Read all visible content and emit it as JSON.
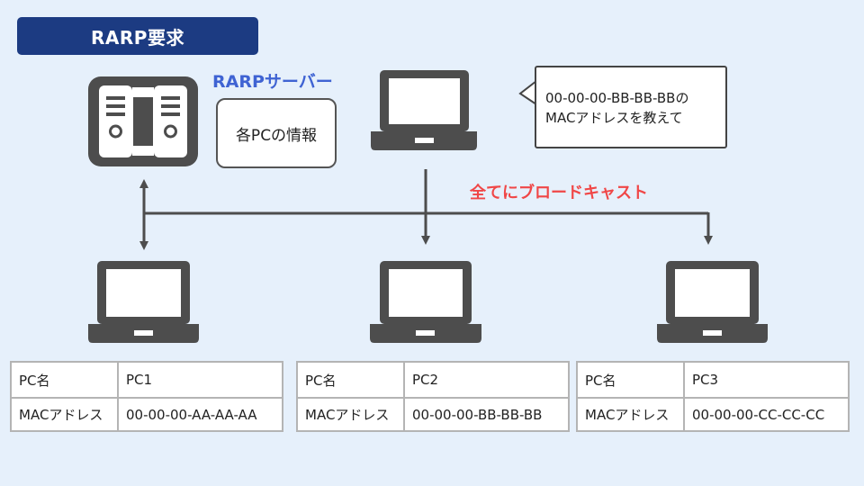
{
  "title": "RARP要求",
  "server": {
    "label": "RARPサーバー",
    "info_box": "各PCの情報"
  },
  "request_bubble": {
    "line1": "00-00-00-BB-BB-BBの",
    "line2": "MACアドレスを教えて"
  },
  "broadcast_label": "全てにブロードキャスト",
  "pcs": [
    {
      "name_key": "PC名",
      "name_value": "PC1",
      "mac_key": "MACアドレス",
      "mac_value": "00-00-00-AA-AA-AA"
    },
    {
      "name_key": "PC名",
      "name_value": "PC2",
      "mac_key": "MACアドレス",
      "mac_value": "00-00-00-BB-BB-BB"
    },
    {
      "name_key": "PC名",
      "name_value": "PC3",
      "mac_key": "MACアドレス",
      "mac_value": "00-00-00-CC-CC-CC"
    }
  ],
  "colors": {
    "background": "#e6f0fb",
    "title_badge": "#1c3b82",
    "server_label": "#3f63d3",
    "broadcast_label": "#f04747",
    "device": "#4d4d4d",
    "line": "#4d4d4d",
    "table_border": "#b4b4b4"
  },
  "icons": [
    "server-icon",
    "laptop-icon"
  ]
}
